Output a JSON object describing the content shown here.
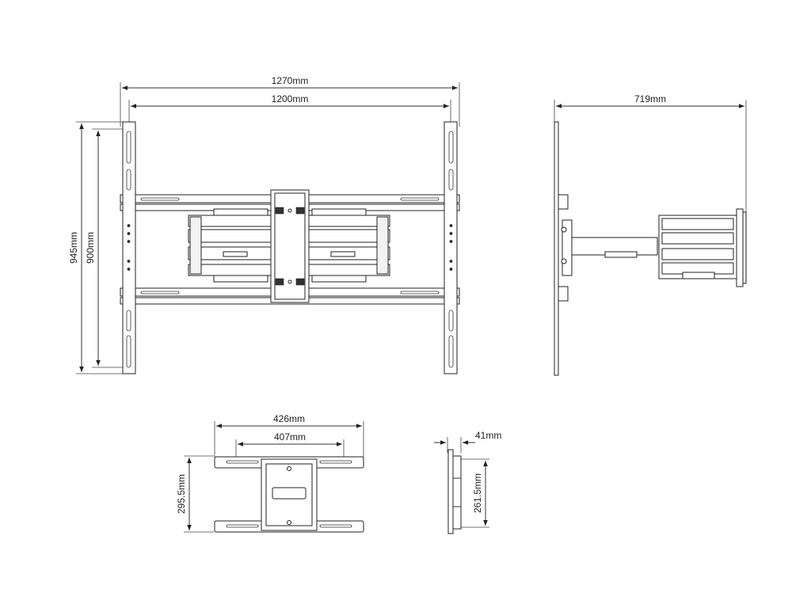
{
  "dimensions": {
    "front_overall_width": "1270mm",
    "front_vesa_width": "1200mm",
    "front_overall_height": "945mm",
    "front_vesa_height": "900mm",
    "side_depth": "719mm",
    "wall_plate_width": "426mm",
    "wall_plate_hole_width": "407mm",
    "wall_plate_height": "295.5mm",
    "side_plate_depth": "41mm",
    "side_plate_height": "261.5mm"
  },
  "colors": {
    "line": "#222222",
    "fill": "#ffffff"
  }
}
